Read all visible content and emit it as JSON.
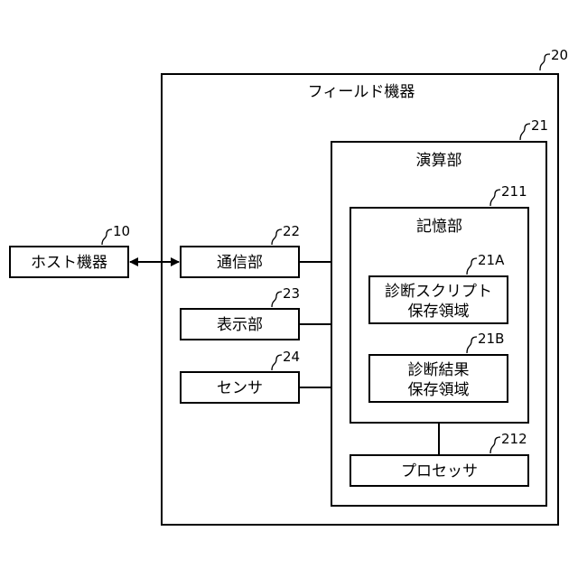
{
  "host": {
    "label": "ホスト機器",
    "ref": "10"
  },
  "field_device": {
    "label": "フィールド機器",
    "ref": "20"
  },
  "compute_unit": {
    "label": "演算部",
    "ref": "21"
  },
  "comm_unit": {
    "label": "通信部",
    "ref": "22"
  },
  "display_unit": {
    "label": "表示部",
    "ref": "23"
  },
  "sensor": {
    "label": "センサ",
    "ref": "24"
  },
  "memory_unit": {
    "label": "記憶部",
    "ref": "211"
  },
  "script_area": {
    "line1": "診断スクリプト",
    "line2": "保存領域",
    "ref": "21A"
  },
  "result_area": {
    "line1": "診断結果",
    "line2": "保存領域",
    "ref": "21B"
  },
  "processor": {
    "label": "プロセッサ",
    "ref": "212"
  }
}
